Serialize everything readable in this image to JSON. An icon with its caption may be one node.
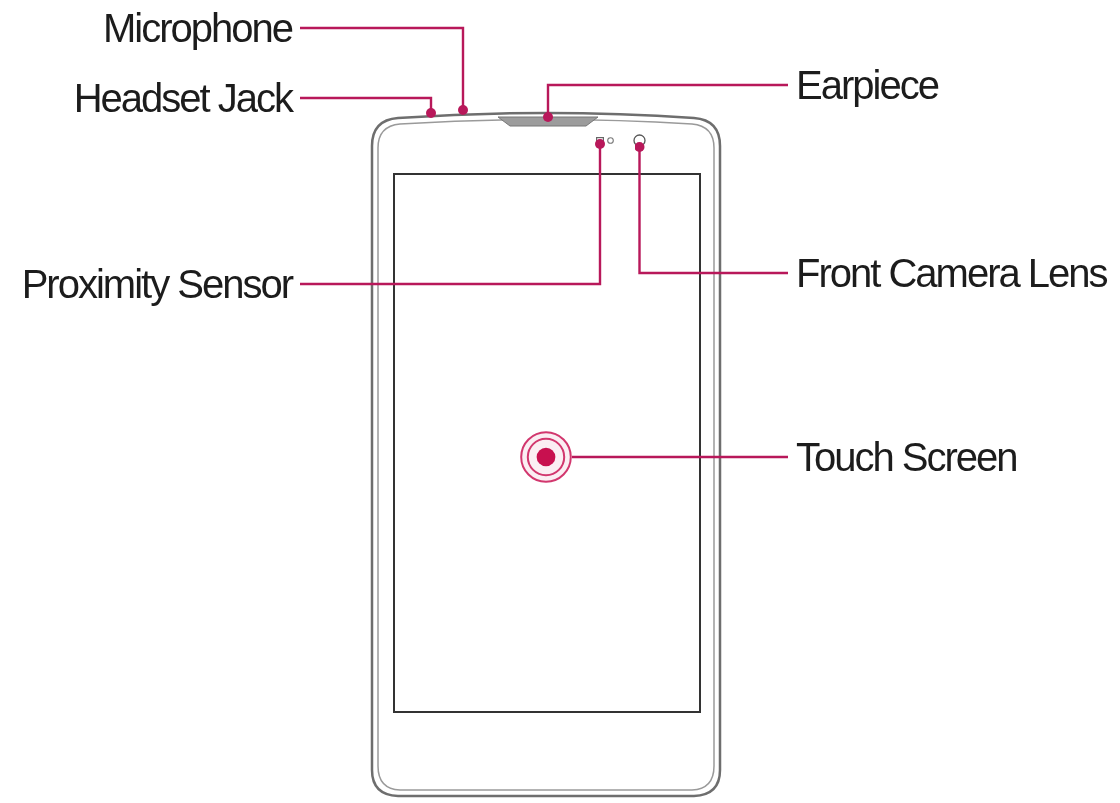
{
  "diagram": {
    "nodes": [
      {
        "text": [
          "Microphone"
        ]
      },
      {
        "text": [
          "Headset Jack"
        ]
      },
      {
        "text": [
          "Earpiece"
        ]
      },
      {
        "text": [
          "Proximity Sensor"
        ]
      },
      {
        "text": [
          "Front Camera Lens"
        ]
      },
      {
        "text": [
          "Touch Screen"
        ]
      },
      {
        "text": [],
        "shape": "bar"
      },
      {
        "text": [],
        "shape": "box"
      },
      {
        "text": [],
        "shape": "circle"
      },
      {
        "text": [],
        "shape": "circle"
      }
    ],
    "edges": [
      {
        "from": 0,
        "to": null,
        "arrow": "other"
      },
      {
        "from": 1,
        "to": null,
        "arrow": "other"
      },
      {
        "from": 2,
        "to": 6,
        "arrow": "other"
      },
      {
        "from": 3,
        "to": 7,
        "arrow": "other"
      },
      {
        "from": 4,
        "to": 8,
        "arrow": "other"
      },
      {
        "from": 5,
        "to": 9,
        "arrow": "none"
      }
    ]
  }
}
